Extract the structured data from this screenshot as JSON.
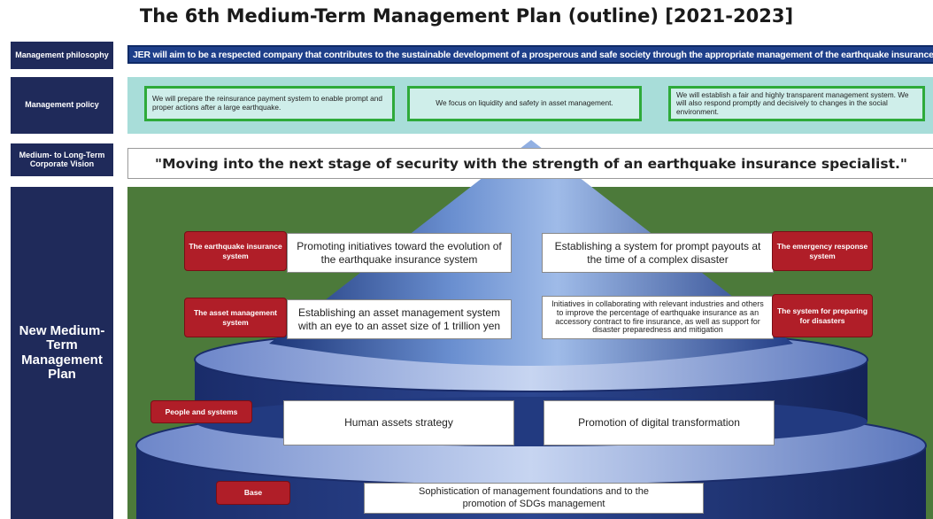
{
  "title": "The 6th Medium-Term Management Plan (outline) [2021-2023]",
  "sidebar": {
    "philosophy": "Management philosophy",
    "policy": "Management policy",
    "vision": "Medium- to Long-Term Corporate Vision",
    "plan": "New Medium-Term Management Plan"
  },
  "philosophy_text": "JER will aim to be a respected company that contributes to the sustainable development of a prosperous and safe society through the appropriate management of the earthquake insurance system.",
  "policies": [
    "We will prepare the reinsurance payment system to enable prompt and proper actions after a large earthquake.",
    "We focus on liquidity and safety in asset management.",
    "We will establish a fair and highly transparent management system. We will also respond promptly and decisively to changes in the social environment."
  ],
  "vision_text": "\"Moving into the next stage of security with the strength of an earthquake insurance specialist.\"",
  "pillars": {
    "earthquake_insurance": {
      "tag": "The earthquake insurance system",
      "text": "Promoting initiatives toward the evolution of the earthquake insurance system"
    },
    "emergency_response": {
      "tag": "The emergency response system",
      "text": "Establishing a system for prompt payouts at the time of a complex disaster"
    },
    "asset_management": {
      "tag": "The asset management system",
      "text": "Establishing an asset management system with an eye to an asset size of 1 trillion yen"
    },
    "disaster_prep": {
      "tag": "The system for preparing for disasters",
      "text": "Initiatives in collaborating with relevant industries and others to improve the percentage of earthquake insurance as an accessory contract to fire insurance, as well as support for disaster preparedness and mitigation"
    }
  },
  "people_systems": {
    "tag": "People and systems",
    "left": "Human assets strategy",
    "right": "Promotion of digital transformation"
  },
  "base": {
    "tag": "Base",
    "text": "Sophistication of management foundations and to the promotion of SDGs management"
  }
}
